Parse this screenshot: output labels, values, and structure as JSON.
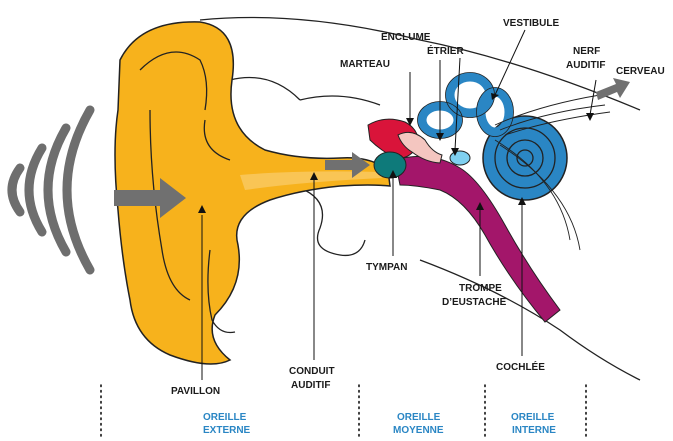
{
  "labels": {
    "enclume": "ENCLUME",
    "vestibule": "VESTIBULE",
    "etrier": "ÉTRIER",
    "marteau": "MARTEAU",
    "nerf_line1": "NERF",
    "nerf_line2": "AUDITIF",
    "cerveau": "CERVEAU",
    "tympan": "TYMPAN",
    "trompe_line1": "TROMPE",
    "trompe_line2": "D’EUSTACHE",
    "cochlee": "COCHLÉE",
    "pavillon": "PAVILLON",
    "conduit_line1": "CONDUIT",
    "conduit_line2": "AUDITIF"
  },
  "zones": {
    "externe_line1": "OREILLE",
    "externe_line2": "EXTERNE",
    "moyenne_line1": "OREILLE",
    "moyenne_line2": "MOYENNE",
    "interne_line1": "OREILLE",
    "interne_line2": "INTERNE"
  },
  "colors": {
    "auricle": "#f7b21c",
    "cochlea": "#2a86c4",
    "eustachian": "#a3166a",
    "hammer": "#d9143a",
    "eardrum": "#0e7a7a",
    "arrow": "#707070",
    "zone_text": "#2a86c4"
  }
}
